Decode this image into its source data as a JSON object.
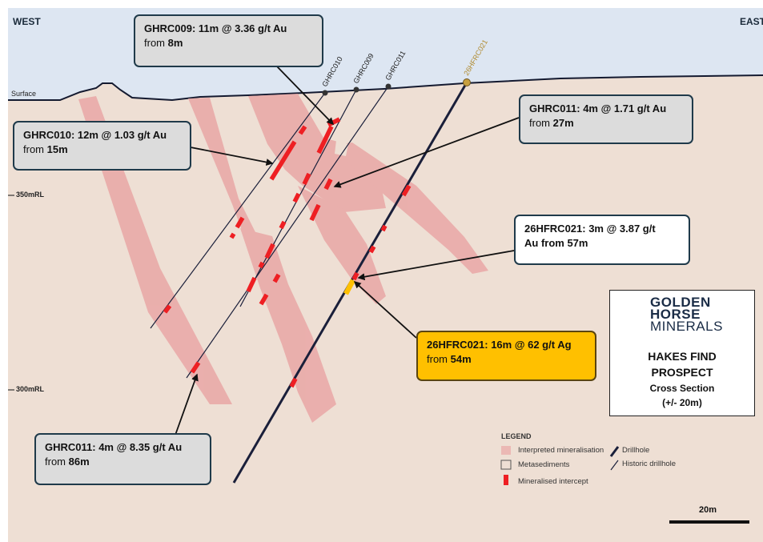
{
  "directions": {
    "west": "WEST",
    "east": "EAST"
  },
  "surface_label": "Surface",
  "rl_labels": [
    "350mRL",
    "300mRL"
  ],
  "drillholes": {
    "ghrc010": "GHRC010",
    "ghrc009": "GHRC009",
    "ghrc011": "GHRC011",
    "hfrc021": "26HFRC021"
  },
  "callouts": {
    "c1": {
      "head": "GHRC009: 11m @ 3.36 g/t Au",
      "from_text": "from ",
      "from_val": "8m"
    },
    "c2": {
      "head": "GHRC010: 12m @ 1.03 g/t Au",
      "from_text": "from ",
      "from_val": "15m"
    },
    "c3": {
      "head": "GHRC011: 4m @ 1.71 g/t Au",
      "from_text": "from ",
      "from_val": "27m"
    },
    "c4": {
      "head": "26HFRC021: 3m @ 3.87 g/t",
      "from_text": "Au from ",
      "from_val": "57m"
    },
    "c5": {
      "head": "26HFRC021: 16m @ 62 g/t Ag",
      "from_text": "from ",
      "from_val": "54m"
    },
    "c6": {
      "head": "GHRC011: 4m @ 8.35 g/t Au",
      "from_text": "from ",
      "from_val": "86m"
    }
  },
  "logo": {
    "line1": "GOLDEN",
    "line2": "HORSE",
    "line3": "MINERALS"
  },
  "project": {
    "name1": "HAKES FIND",
    "name2": "PROSPECT",
    "section": "Cross Section",
    "width": "(+/- 20m)"
  },
  "legend": {
    "title": "LEGEND",
    "mineralisation": "Interpreted mineralisation",
    "metasediments": "Metasediments",
    "intercept": "Mineralised intercept",
    "drillhole": "Drillhole",
    "historic": "Historic drillhole"
  },
  "scale_label": "20m",
  "colors": {
    "background": "#eedfd4",
    "sky": "#dde6f2",
    "mineralisation": "#e9a7a6",
    "intercept": "#ee1f23",
    "silver_intercept": "#ffc000",
    "drillhole": "#1a1f3a",
    "callout_border": "#1f3a4a",
    "logo_gold": "#c0954b",
    "logo_navy": "#1a2c46"
  }
}
